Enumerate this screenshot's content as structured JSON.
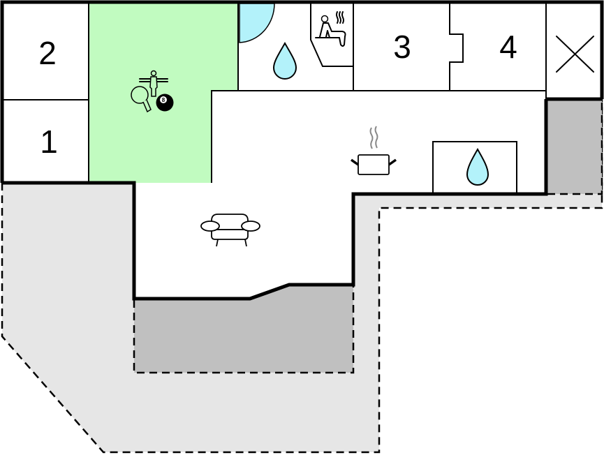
{
  "floorplan": {
    "colors": {
      "terrace_light": "#e6e6e6",
      "terrace_dark": "#c0c0c0",
      "activity_room": "#c1fbc0",
      "water": "#b3f2fa",
      "wall": "#000000",
      "room": "#ffffff"
    },
    "rooms": [
      {
        "id": "bedroom-2",
        "label": "2"
      },
      {
        "id": "bedroom-1",
        "label": "1"
      },
      {
        "id": "bedroom-3",
        "label": "3"
      },
      {
        "id": "bedroom-4",
        "label": "4"
      },
      {
        "id": "activity-room",
        "label": ""
      },
      {
        "id": "bathroom",
        "label": ""
      },
      {
        "id": "sauna",
        "label": ""
      },
      {
        "id": "utility",
        "label": ""
      },
      {
        "id": "kitchen-living",
        "label": ""
      },
      {
        "id": "kitchen-bathroom",
        "label": ""
      }
    ],
    "icons": [
      {
        "name": "table-football-icon",
        "room": "activity-room"
      },
      {
        "name": "table-tennis-icon",
        "room": "activity-room"
      },
      {
        "name": "billiard-ball-icon",
        "room": "activity-room",
        "text": "8"
      },
      {
        "name": "whirlpool-icon",
        "room": "bathroom"
      },
      {
        "name": "water-drop-icon",
        "room": "bathroom"
      },
      {
        "name": "sauna-icon",
        "room": "sauna"
      },
      {
        "name": "cross-icon",
        "room": "utility"
      },
      {
        "name": "cooking-pot-icon",
        "room": "kitchen-living"
      },
      {
        "name": "water-drop-icon",
        "room": "kitchen-bathroom"
      },
      {
        "name": "armchair-icon",
        "room": "kitchen-living"
      }
    ]
  }
}
